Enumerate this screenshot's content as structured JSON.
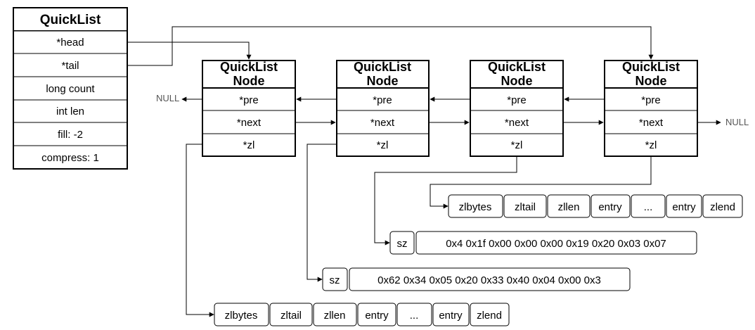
{
  "quicklist": {
    "title": "QuickList",
    "fields": [
      "*head",
      "*tail",
      "long count",
      "int len",
      "fill: -2",
      "compress: 1"
    ]
  },
  "node": {
    "title_line1": "QuickList",
    "title_line2": "Node",
    "fields": [
      "*pre",
      "*next",
      "*zl"
    ]
  },
  "null_label": "NULL",
  "ziplist_full": [
    "zlbytes",
    "zltail",
    "zllen",
    "entry",
    "...",
    "entry",
    "zlend"
  ],
  "compressed_a": {
    "sz": "sz",
    "bytes": "0x4 0x1f 0x00 0x00 0x00 0x19 0x20 0x03 0x07"
  },
  "compressed_b": {
    "sz": "sz",
    "bytes": "0x62 0x34 0x05 0x20 0x33 0x40 0x04 0x00 0x3"
  }
}
